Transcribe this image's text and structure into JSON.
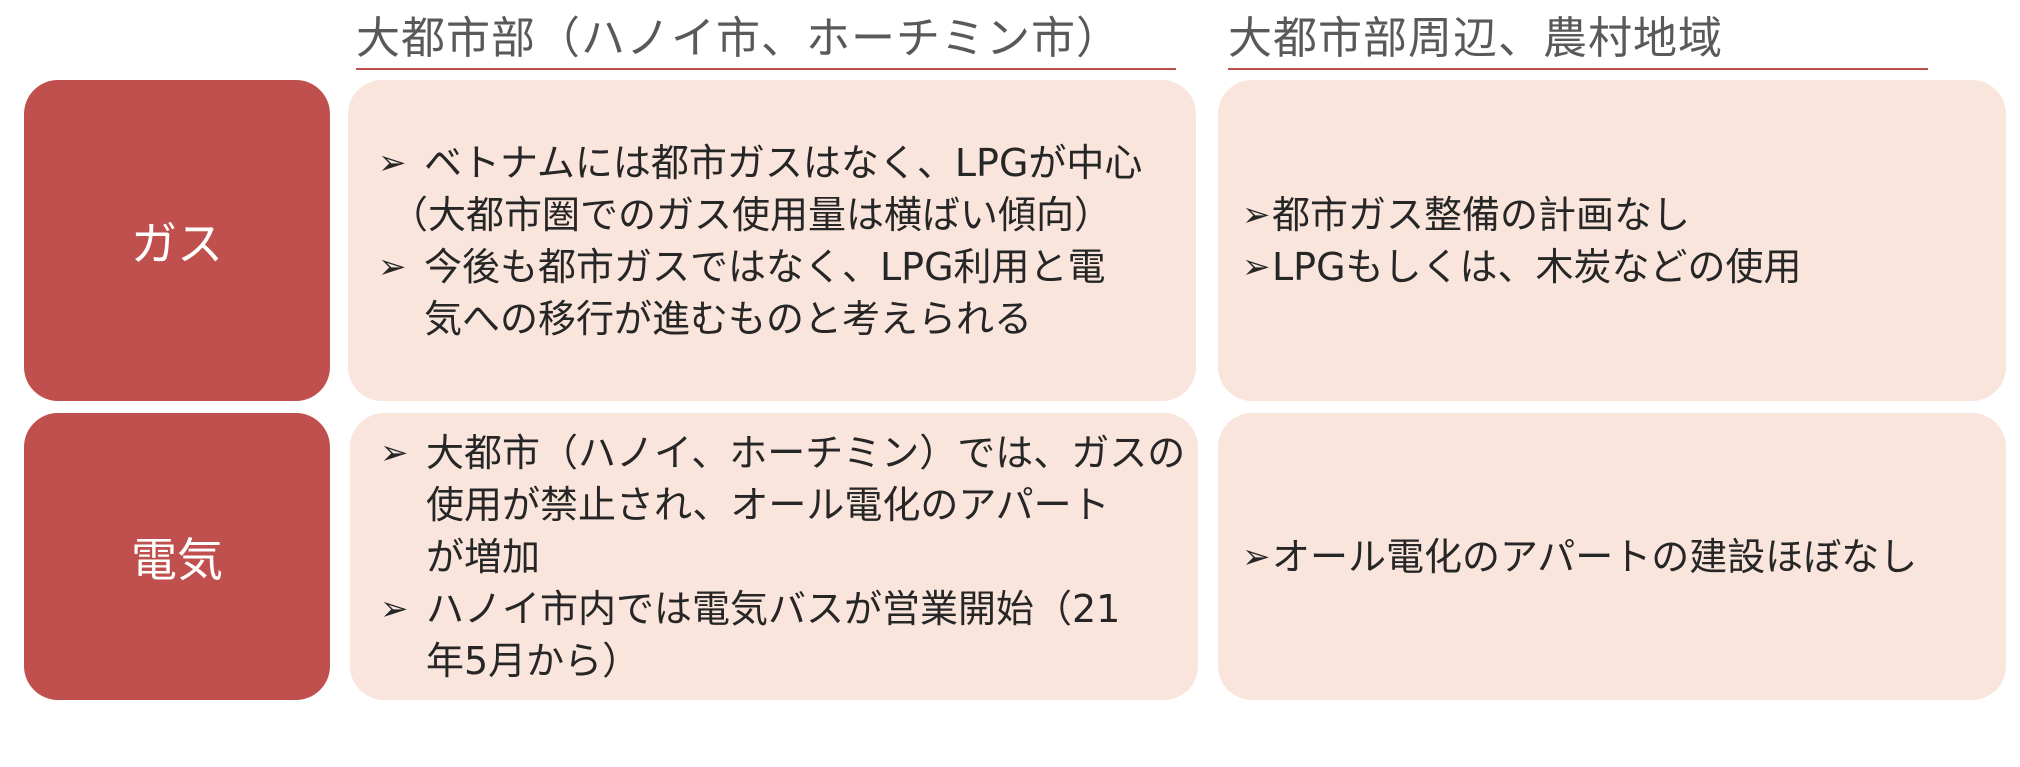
{
  "headers": {
    "urban": "大都市部（ハノイ市、ホーチミン市）",
    "rural": "大都市部周辺、農村地域"
  },
  "rows": {
    "gas": {
      "label": "ガス",
      "urban": {
        "b1_line1": "ベトナムには都市ガスはなく、LPGが中心",
        "b1_line2": "（大都市圏でのガス使用量は横ばい傾向）",
        "b2_line1": "今後も都市ガスではなく、LPG利用と電",
        "b2_line2": "気への移行が進むものと考えられる"
      },
      "rural": {
        "b1": "都市ガス整備の計画なし",
        "b2": "LPGもしくは、木炭などの使用"
      }
    },
    "electricity": {
      "label": "電気",
      "urban": {
        "b1_line1": "大都市（ハノイ、ホーチミン）では、ガスの",
        "b1_line2": "使用が禁止され、オール電化のアパート",
        "b1_line3": "が増加",
        "b2_line1": "ハノイ市内では電気バスが営業開始（21",
        "b2_line2": "年5月から）"
      },
      "rural": {
        "b1": "オール電化のアパートの建設ほぼなし"
      }
    }
  },
  "bullet_marker": "➢",
  "colors": {
    "accent": "#c0504d",
    "cell_bg": "#f9e5dc",
    "header_text": "#595959"
  }
}
